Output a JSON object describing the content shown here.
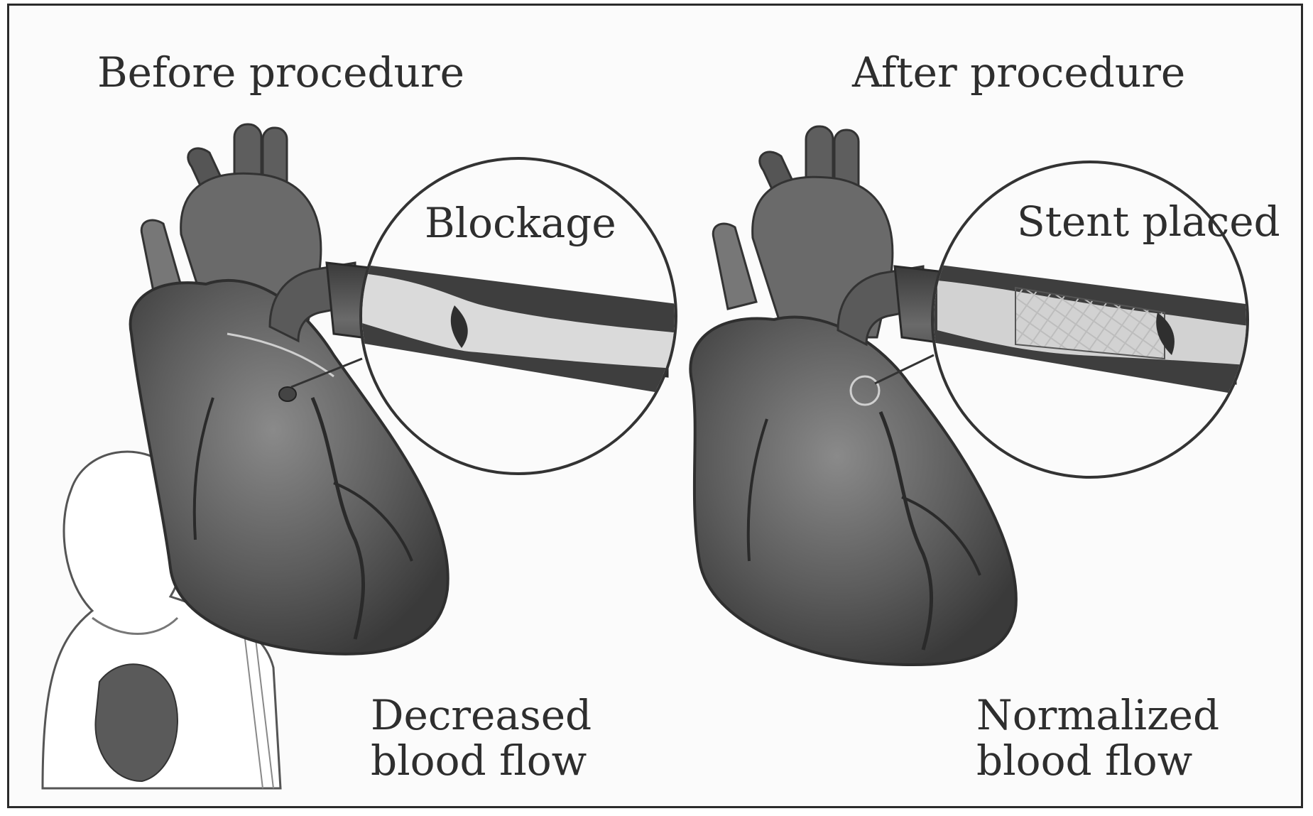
{
  "colors": {
    "ink": "#2e2e2e",
    "heart_dark": "#3a3a3a",
    "heart_mid": "#6f6f6f",
    "heart_light": "#9a9a9a",
    "frame": "#2b2b2b"
  },
  "panels": {
    "before": {
      "title": "Before procedure",
      "inset_label": "Blockage",
      "flow_label_line1": "Decreased",
      "flow_label_line2": "blood flow"
    },
    "after": {
      "title": "After procedure",
      "inset_label": "Stent placed",
      "flow_label_line1": "Normalized",
      "flow_label_line2": "blood flow"
    }
  }
}
